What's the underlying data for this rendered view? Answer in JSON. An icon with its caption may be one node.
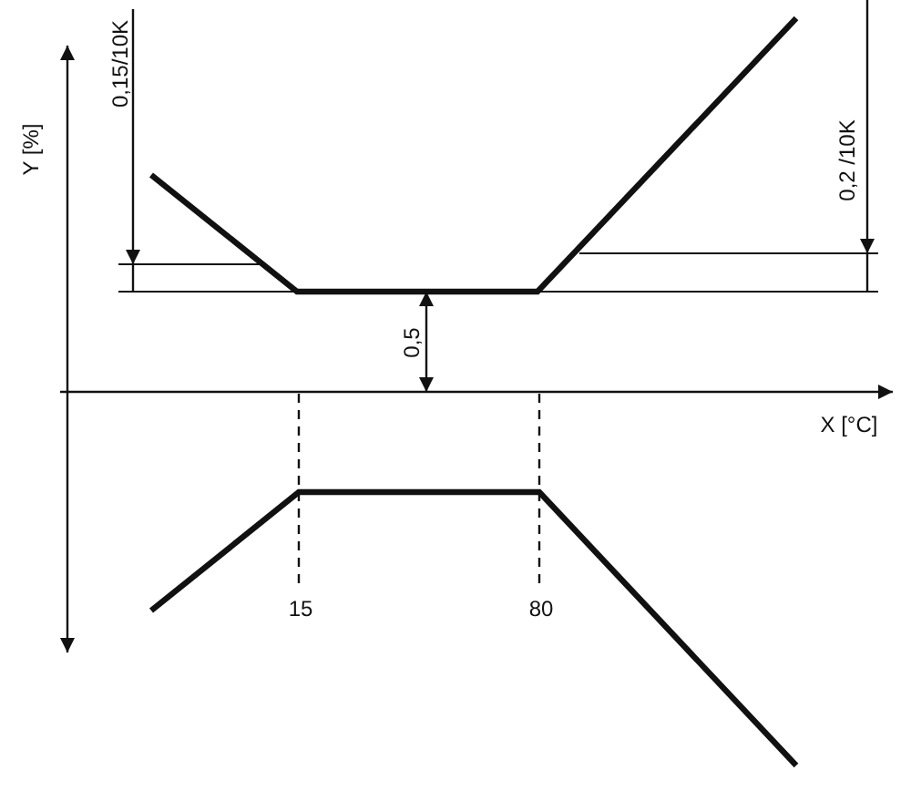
{
  "diagram": {
    "labels": [
      "Y [%]",
      "0,15/10K",
      "0,2 /10K",
      "0,5",
      "X [°C]",
      "15",
      "80"
    ]
  }
}
